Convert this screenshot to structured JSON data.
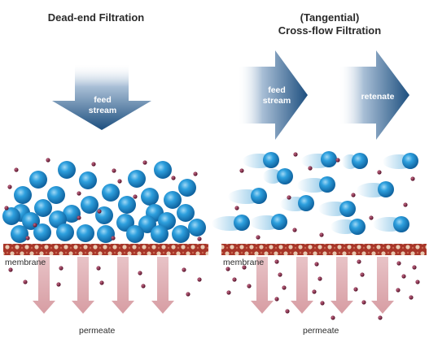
{
  "panels": {
    "left": {
      "title": "Dead-end Filtration",
      "arrow_label_line1": "feed",
      "arrow_label_line2": "stream",
      "membrane_label": "membrane",
      "permeate_label": "permeate"
    },
    "right": {
      "title_line1": "(Tangential)",
      "title_line2": "Cross-flow Filtration",
      "arrow1_label_line1": "feed",
      "arrow1_label_line2": "stream",
      "arrow2_label": "retenate",
      "membrane_label": "membrane",
      "permeate_label": "permeate"
    }
  },
  "colors": {
    "arrow_dark": "#1d4f7f",
    "arrow_light": "#ffffff",
    "large_particle": "#1e8fd0",
    "small_particle": "#6b1230",
    "membrane": "#b03a2e",
    "permeate_arrow": "#d9a5aa"
  }
}
